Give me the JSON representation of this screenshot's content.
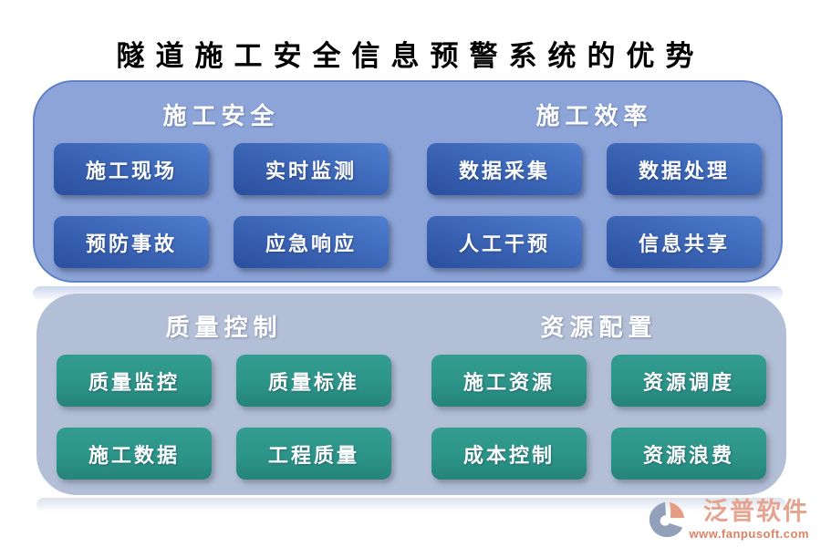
{
  "title": "隧道施工安全信息预警系统的优势",
  "panels": [
    {
      "id": "top",
      "bg": "#8CA4D7",
      "border": "#6080C8",
      "button_gradient": [
        "#2B4F9E",
        "#4F7ECF"
      ],
      "sections": [
        {
          "header": "施工安全",
          "buttons": [
            "施工现场",
            "实时监测",
            "预防事故",
            "应急响应"
          ]
        },
        {
          "header": "施工效率",
          "buttons": [
            "数据采集",
            "数据处理",
            "人工干预",
            "信息共享"
          ]
        }
      ]
    },
    {
      "id": "bottom",
      "bg": "#B2BFD7",
      "button_gradient": [
        "#339D90",
        "#26847A"
      ],
      "sections": [
        {
          "header": "质量控制",
          "buttons": [
            "质量监控",
            "质量标准",
            "施工数据",
            "工程质量"
          ]
        },
        {
          "header": "资源配置",
          "buttons": [
            "施工资源",
            "资源调度",
            "成本控制",
            "资源浪费"
          ]
        }
      ]
    }
  ],
  "branding": {
    "logo_text": "泛普软件",
    "website": "www.fanpusoft.com",
    "icon": "fanpu-pinwheel-logo-icon",
    "colors": {
      "logo_text": "#E5A48F",
      "website": "#DC8163",
      "icon_blue": "#93A0B9",
      "icon_salmon": "#E69C82"
    }
  },
  "colors": {
    "title": "#000000",
    "header_text": "#FFFFFF",
    "button_text": "#FFFFFF"
  }
}
